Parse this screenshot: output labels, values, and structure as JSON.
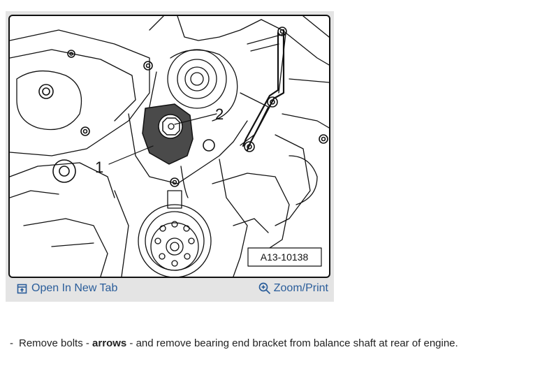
{
  "figure": {
    "callouts": [
      "1",
      "2"
    ],
    "reference_label": "A13-10138",
    "open_tab_label": "Open In New Tab",
    "zoom_print_label": "Zoom/Print",
    "icons": [
      "open-in-new-tab-icon",
      "zoom-icon"
    ]
  },
  "instruction": {
    "bullet": "-",
    "part1": "Remove bolts - ",
    "bold": "arrows",
    "part2": " - and remove bearing end bracket from balance shaft at rear of engine."
  },
  "colors": {
    "link": "#2a5d9a",
    "card": "#e4e4e4",
    "frame_border": "#111111",
    "bracket_fill": "#4a4a4a"
  }
}
